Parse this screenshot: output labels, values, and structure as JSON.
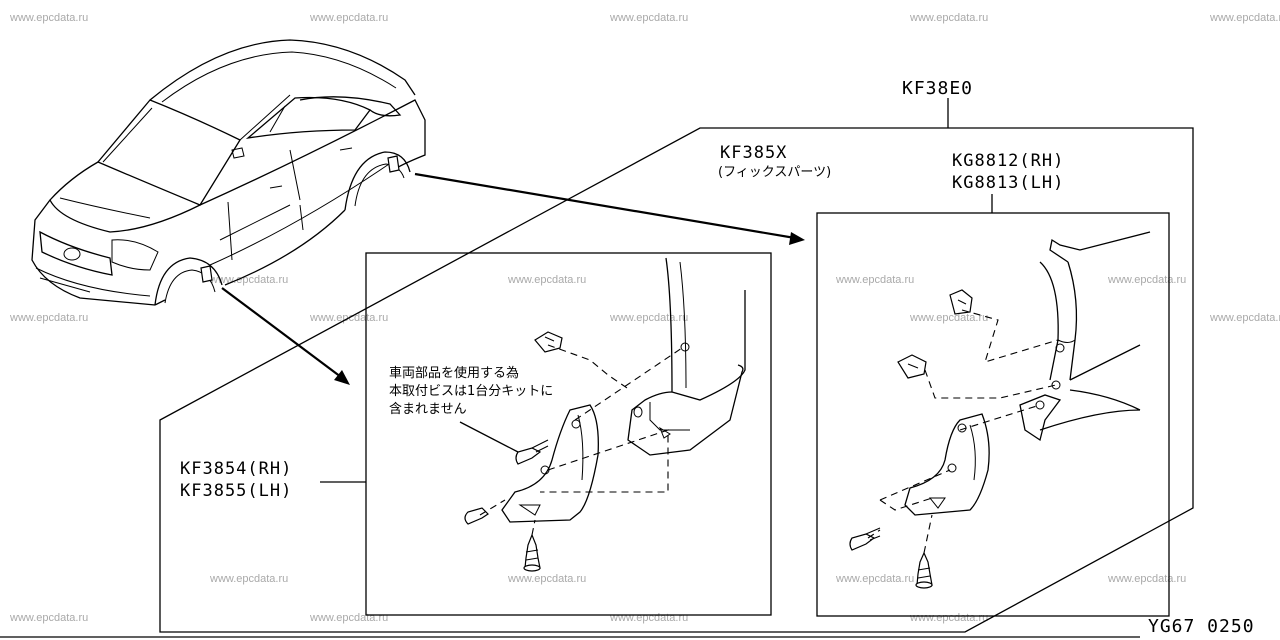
{
  "watermark": "www.epcdata.ru",
  "assembly": {
    "kit_code": "KF38E0"
  },
  "fix_kit": {
    "code": "KF385X",
    "note": "(フィックスパーツ)"
  },
  "rear_mudguards": {
    "rh": "KG8812(RH)",
    "lh": "KG8813(LH)"
  },
  "front_mudguards": {
    "rh": "KF3854(RH)",
    "lh": "KF3855(LH)"
  },
  "front_note": {
    "line1": "車両部品を使用する為",
    "line2": "本取付ビスは1台分キットに",
    "line3": "含まれません"
  },
  "illustration_code": "YG67 0250"
}
